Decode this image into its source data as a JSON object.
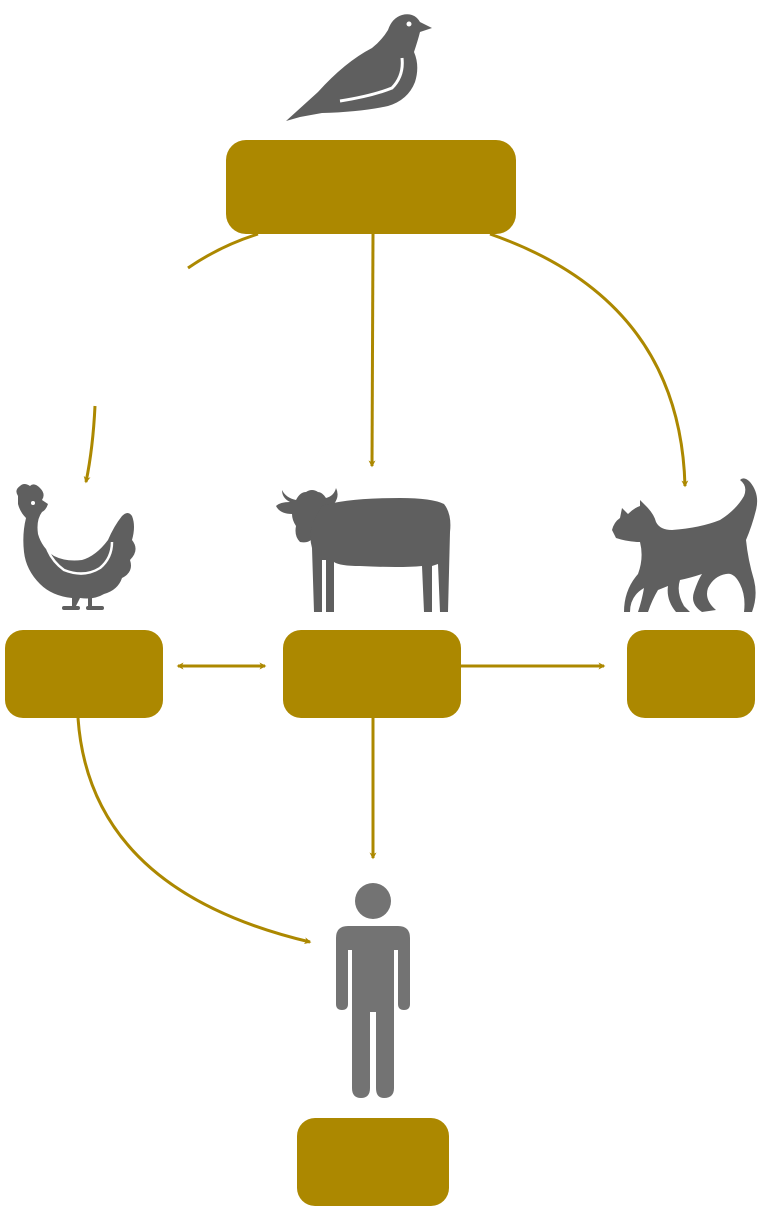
{
  "colors": {
    "accent": "#AC8800",
    "icon": "#5F5F5F",
    "human_icon": "#737373",
    "background": "#FFFFFF"
  },
  "nodes": [
    {
      "id": "bird",
      "icon": "bird-icon",
      "label": ""
    },
    {
      "id": "chicken",
      "icon": "chicken-icon",
      "label": ""
    },
    {
      "id": "cow",
      "icon": "cow-icon",
      "label": ""
    },
    {
      "id": "cat",
      "icon": "cat-icon",
      "label": ""
    },
    {
      "id": "human",
      "icon": "person-icon",
      "label": ""
    }
  ],
  "edges": [
    {
      "from": "bird",
      "to": "chicken",
      "directed": true
    },
    {
      "from": "bird",
      "to": "cow",
      "directed": true
    },
    {
      "from": "bird",
      "to": "cat",
      "directed": true
    },
    {
      "from": "chicken",
      "to": "cow",
      "directed": true,
      "bidirectional": true
    },
    {
      "from": "cow",
      "to": "cat",
      "directed": true
    },
    {
      "from": "cow",
      "to": "human",
      "directed": true
    },
    {
      "from": "chicken",
      "to": "human",
      "directed": true
    }
  ]
}
